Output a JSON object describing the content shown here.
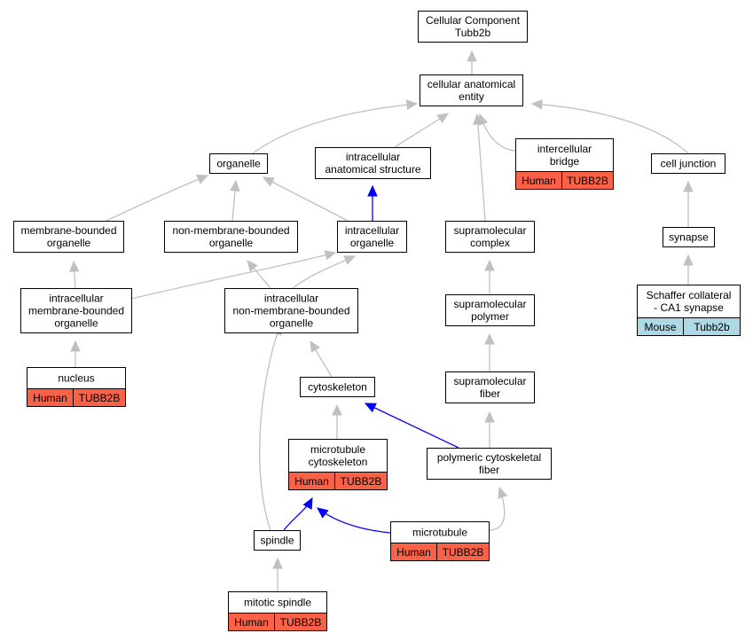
{
  "colors": {
    "edge_gray": "#c0c0c0",
    "edge_blue": "#0000ff",
    "human_fill": "#fa6147",
    "mouse_fill": "#add8e6",
    "box_stroke": "#000000"
  },
  "nodes": [
    {
      "id": "root",
      "lines": [
        "Cellular Component",
        "Tubb2b"
      ]
    },
    {
      "id": "cae",
      "lines": [
        "cellular anatomical",
        "entity"
      ]
    },
    {
      "id": "organelle",
      "lines": [
        "organelle"
      ]
    },
    {
      "id": "ias",
      "lines": [
        "intracellular",
        "anatomical structure"
      ]
    },
    {
      "id": "ib",
      "lines": [
        "intercellular",
        "bridge"
      ],
      "annotation": {
        "species": "Human",
        "gene": "TUBB2B",
        "type": "human"
      }
    },
    {
      "id": "cj",
      "lines": [
        "cell junction"
      ]
    },
    {
      "id": "mbo",
      "lines": [
        "membrane-bounded",
        "organelle"
      ]
    },
    {
      "id": "nmbo",
      "lines": [
        "non-membrane-bounded",
        "organelle"
      ]
    },
    {
      "id": "io",
      "lines": [
        "intracellular",
        "organelle"
      ]
    },
    {
      "id": "smc",
      "lines": [
        "supramolecular",
        "complex"
      ]
    },
    {
      "id": "syn",
      "lines": [
        "synapse"
      ]
    },
    {
      "id": "imbo",
      "lines": [
        "intracellular",
        "membrane-bounded",
        "organelle"
      ]
    },
    {
      "id": "inmbo",
      "lines": [
        "intracellular",
        "non-membrane-bounded",
        "organelle"
      ]
    },
    {
      "id": "smp",
      "lines": [
        "supramolecular",
        "polymer"
      ]
    },
    {
      "id": "sca1",
      "lines": [
        "Schaffer collateral",
        "- CA1 synapse"
      ],
      "annotation": {
        "species": "Mouse",
        "gene": "Tubb2b",
        "type": "mouse"
      }
    },
    {
      "id": "nuc",
      "lines": [
        "nucleus"
      ],
      "annotation": {
        "species": "Human",
        "gene": "TUBB2B",
        "type": "human"
      }
    },
    {
      "id": "cyto",
      "lines": [
        "cytoskeleton"
      ]
    },
    {
      "id": "smf",
      "lines": [
        "supramolecular",
        "fiber"
      ]
    },
    {
      "id": "mtc",
      "lines": [
        "microtubule",
        "cytoskeleton"
      ],
      "annotation": {
        "species": "Human",
        "gene": "TUBB2B",
        "type": "human"
      }
    },
    {
      "id": "pcf",
      "lines": [
        "polymeric cytoskeletal",
        "fiber"
      ]
    },
    {
      "id": "spindle",
      "lines": [
        "spindle"
      ]
    },
    {
      "id": "mt",
      "lines": [
        "microtubule"
      ],
      "annotation": {
        "species": "Human",
        "gene": "TUBB2B",
        "type": "human"
      }
    },
    {
      "id": "ms",
      "lines": [
        "mitotic spindle"
      ],
      "annotation": {
        "species": "Human",
        "gene": "TUBB2B",
        "type": "human"
      }
    }
  ],
  "edges": [
    {
      "from": "cae",
      "to": "root",
      "type": "is_a"
    },
    {
      "from": "organelle",
      "to": "cae",
      "type": "is_a"
    },
    {
      "from": "ias",
      "to": "cae",
      "type": "is_a"
    },
    {
      "from": "ib",
      "to": "cae",
      "type": "is_a"
    },
    {
      "from": "cj",
      "to": "cae",
      "type": "is_a"
    },
    {
      "from": "smc",
      "to": "cae",
      "type": "is_a"
    },
    {
      "from": "mbo",
      "to": "organelle",
      "type": "is_a"
    },
    {
      "from": "nmbo",
      "to": "organelle",
      "type": "is_a"
    },
    {
      "from": "io",
      "to": "organelle",
      "type": "is_a"
    },
    {
      "from": "io",
      "to": "ias",
      "type": "part_of"
    },
    {
      "from": "imbo",
      "to": "mbo",
      "type": "is_a"
    },
    {
      "from": "imbo",
      "to": "io",
      "type": "is_a"
    },
    {
      "from": "inmbo",
      "to": "nmbo",
      "type": "is_a"
    },
    {
      "from": "inmbo",
      "to": "io",
      "type": "is_a"
    },
    {
      "from": "syn",
      "to": "cj",
      "type": "is_a"
    },
    {
      "from": "sca1",
      "to": "syn",
      "type": "is_a"
    },
    {
      "from": "smp",
      "to": "smc",
      "type": "is_a"
    },
    {
      "from": "smf",
      "to": "smp",
      "type": "is_a"
    },
    {
      "from": "pcf",
      "to": "smf",
      "type": "is_a"
    },
    {
      "from": "nuc",
      "to": "imbo",
      "type": "is_a"
    },
    {
      "from": "cyto",
      "to": "inmbo",
      "type": "is_a"
    },
    {
      "from": "mtc",
      "to": "cyto",
      "type": "is_a"
    },
    {
      "from": "pcf",
      "to": "cyto",
      "type": "part_of"
    },
    {
      "from": "spindle",
      "to": "inmbo",
      "type": "is_a"
    },
    {
      "from": "spindle",
      "to": "mtc",
      "type": "part_of"
    },
    {
      "from": "mt",
      "to": "mtc",
      "type": "part_of"
    },
    {
      "from": "mt",
      "to": "pcf",
      "type": "is_a"
    },
    {
      "from": "ms",
      "to": "spindle",
      "type": "is_a"
    }
  ]
}
